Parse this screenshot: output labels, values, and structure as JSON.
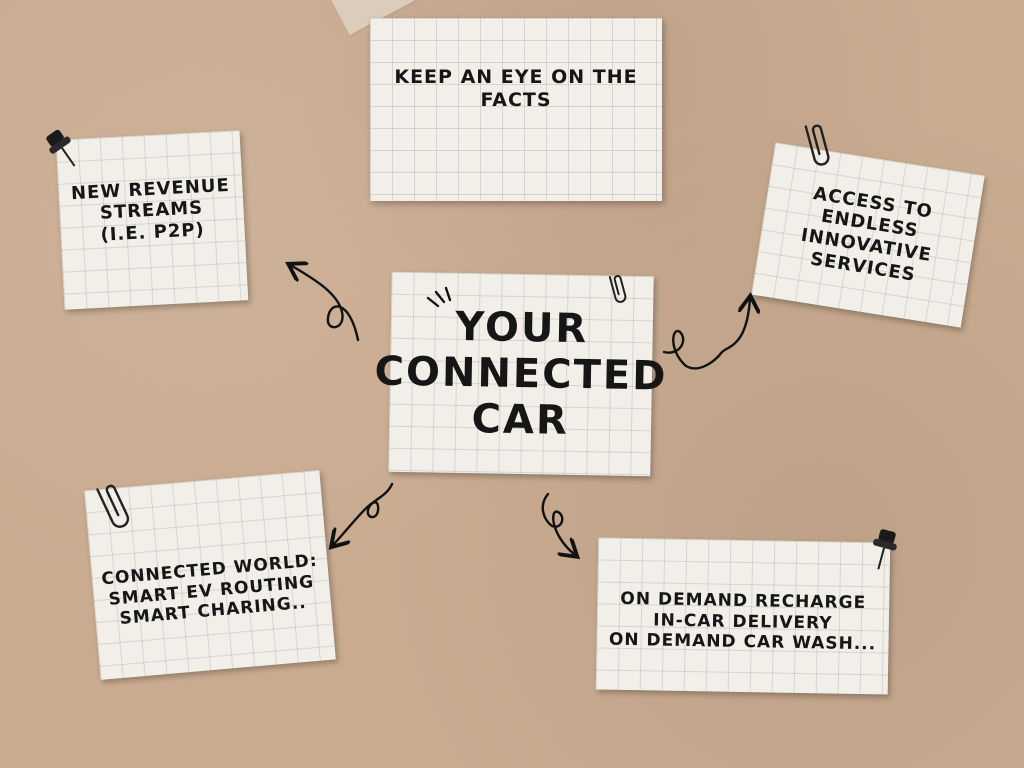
{
  "center": {
    "lines": [
      "Your",
      "Connected",
      "Car"
    ]
  },
  "cards": {
    "facts": {
      "lines": [
        "Keep an eye on the facts"
      ]
    },
    "revenue": {
      "lines": [
        "New revenue",
        "streams",
        "(i.e. P2P)"
      ]
    },
    "access": {
      "lines": [
        "Access to",
        "endless",
        "innovative",
        "services"
      ]
    },
    "world": {
      "lines": [
        "Connected world:",
        "smart EV routing",
        "smart charing.."
      ]
    },
    "demand": {
      "lines": [
        "On demand recharge",
        "in-car delivery",
        "on demand car wash..."
      ]
    }
  },
  "colors": {
    "board": "#c9ab90",
    "card": "#f1efe8",
    "ink": "#161616"
  },
  "icons": [
    "pushpin-icon",
    "paperclip-icon",
    "tape-strip",
    "curly-arrow"
  ]
}
